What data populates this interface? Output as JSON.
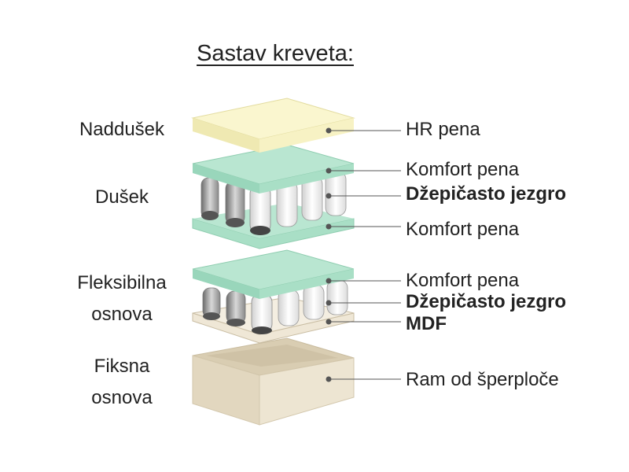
{
  "title": "Sastav kreveta:",
  "colors": {
    "hr_foam": "#f7f2c4",
    "comfort_foam": "#a9dfc6",
    "mdf": "#efe7d6",
    "plywood_frame": "#e6dcc6",
    "leader_line": "#555555"
  },
  "groups": [
    {
      "label": "Naddušek"
    },
    {
      "label": "Dušek"
    },
    {
      "label_line1": "Fleksibilna",
      "label_line2": "osnova"
    },
    {
      "label_line1": "Fiksna",
      "label_line2": "osnova"
    }
  ],
  "layers": [
    {
      "label": "HR pena",
      "bold": false
    },
    {
      "label": "Komfort pena",
      "bold": false
    },
    {
      "label": "Džepičasto jezgro",
      "bold": true
    },
    {
      "label": "Komfort pena",
      "bold": false
    },
    {
      "label": "Komfort pena",
      "bold": false
    },
    {
      "label": "Džepičasto jezgro",
      "bold": true
    },
    {
      "label": "MDF",
      "bold": true
    },
    {
      "label": "Ram od šperploče",
      "bold": false
    }
  ]
}
